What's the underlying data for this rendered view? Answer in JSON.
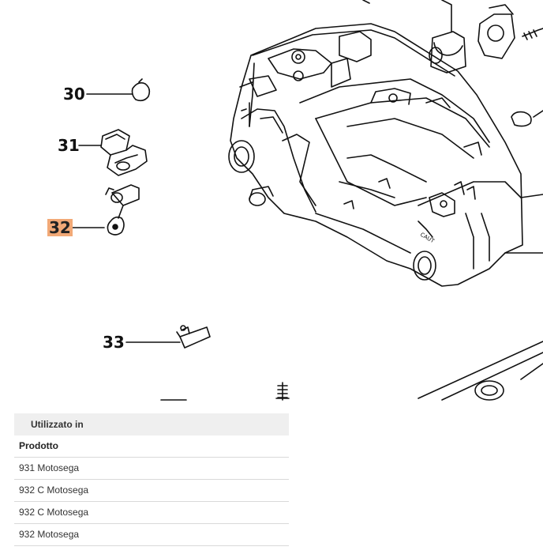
{
  "diagram": {
    "callouts": [
      {
        "id": "30",
        "label": "30",
        "highlighted": false
      },
      {
        "id": "31",
        "label": "31",
        "highlighted": false
      },
      {
        "id": "32",
        "label": "32",
        "highlighted": true
      },
      {
        "id": "33",
        "label": "33",
        "highlighted": false
      }
    ],
    "highlight_color": "#f2a977",
    "housing_mark": "CAUT"
  },
  "used_in": {
    "header": "Utilizzato in",
    "column": "Prodotto",
    "rows": [
      {
        "label": "931 Motosega"
      },
      {
        "label": "932 C Motosega"
      },
      {
        "label": "932 C Motosega"
      },
      {
        "label": "932 Motosega"
      }
    ]
  }
}
